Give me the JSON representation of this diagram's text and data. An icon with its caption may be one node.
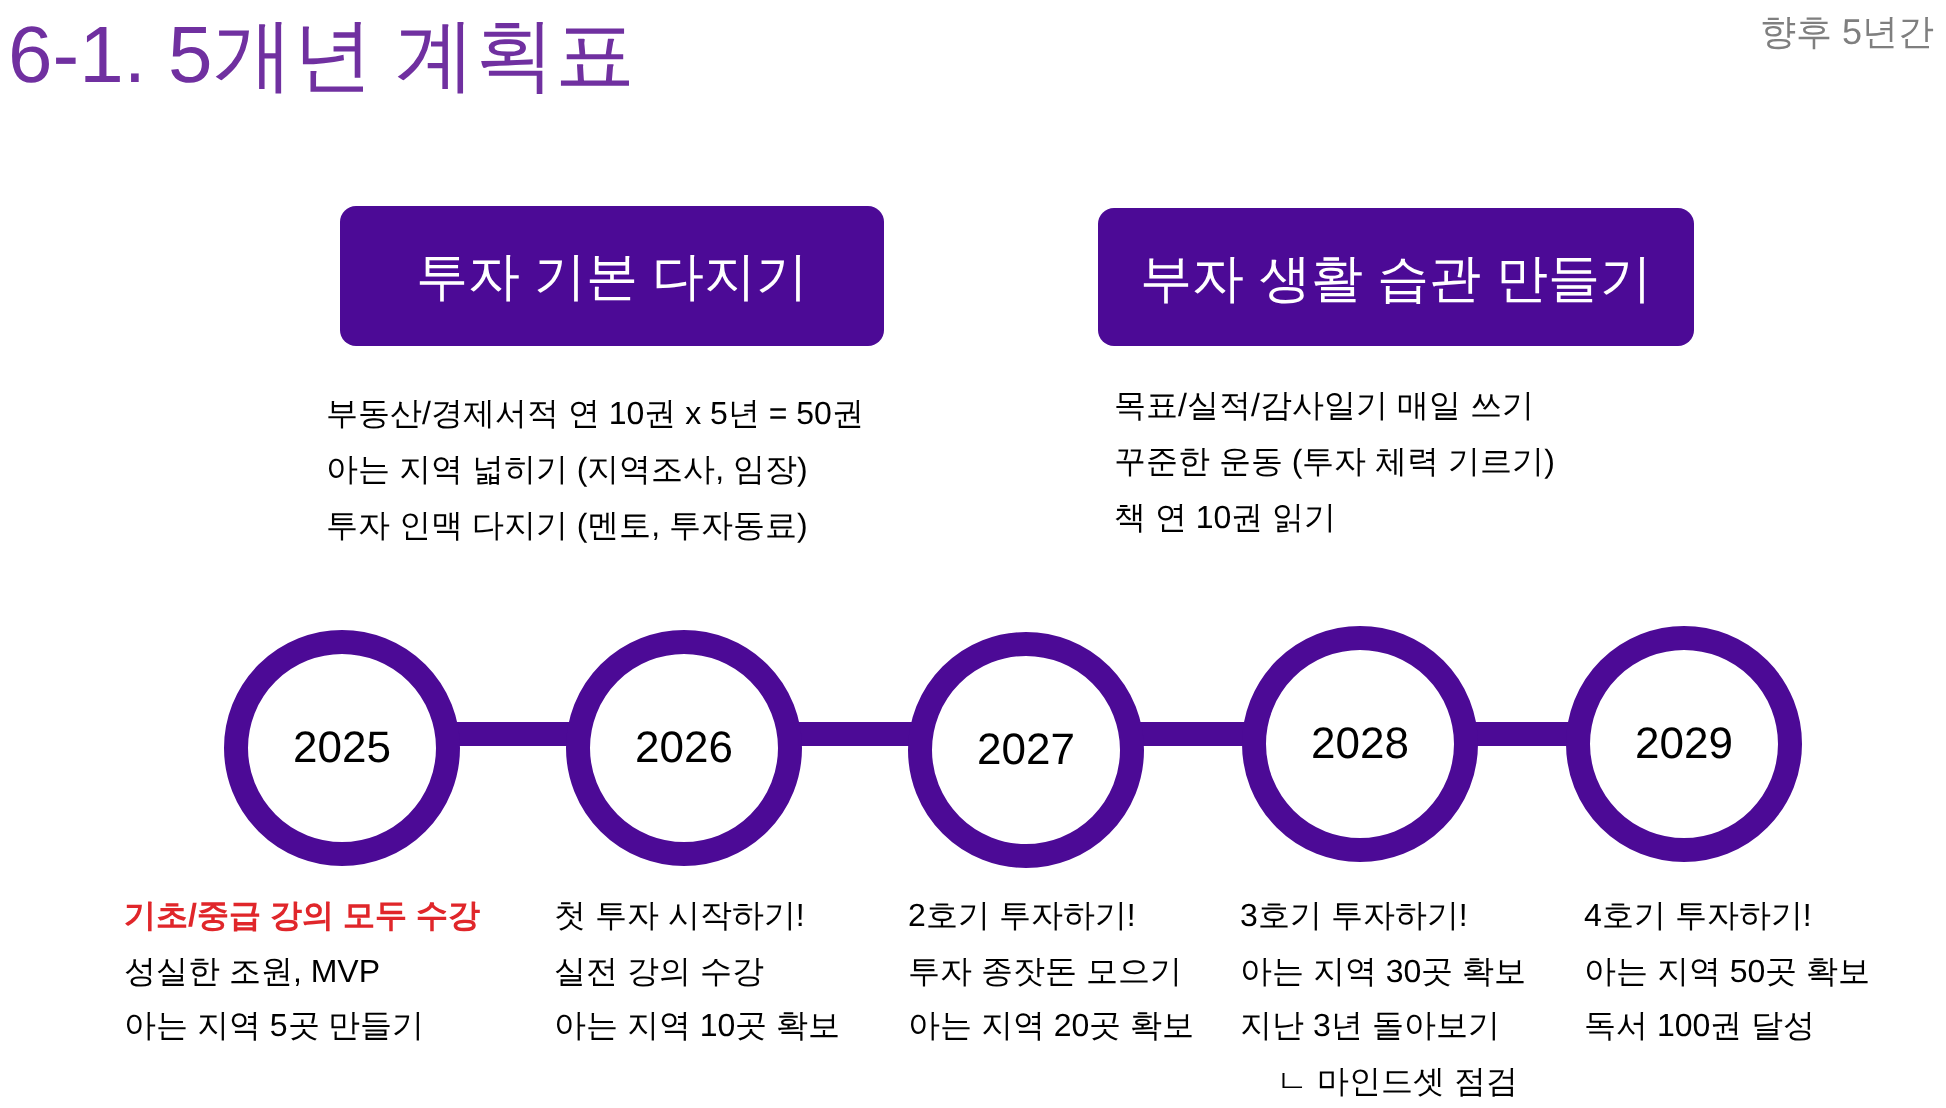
{
  "diagram": {
    "title": "6-1. 5개년 계획표",
    "nodes": [
      {
        "text": [
          "투자 기본 다지기"
        ],
        "beside": [
          "부동산/경제서적 연 10권 x 5년 = 50권",
          "아는 지역 넓히기 (지역조사, 임장)",
          "투자 인맥 다지기 (멘토, 투자동료)"
        ]
      },
      {
        "text": [
          "부자 생활 습관 만들기"
        ],
        "beside": [
          "목표/실적/감사일기 매일 쓰기",
          "꾸준한 운동 (투자 체력 기르기)",
          "책 연 10권 읽기"
        ]
      },
      {
        "text": [
          "2025"
        ],
        "beside": [
          "기초/중급 강의 모두 수강",
          "성실한 조원, MVP",
          "아는 지역 5곳 만들기"
        ]
      },
      {
        "text": [
          "2026"
        ],
        "beside": [
          "첫 투자 시작하기!",
          "실전 강의 수강",
          "아는 지역 10곳 확보"
        ]
      },
      {
        "text": [
          "2027"
        ],
        "beside": [
          "2호기 투자하기!",
          "투자 종잣돈 모으기",
          "아는 지역 20곳 확보"
        ]
      },
      {
        "text": [
          "2028"
        ],
        "beside": [
          "3호기 투자하기!",
          "아는 지역 30곳 확보",
          "지난 3년 돌아보기",
          "ㄴ 마인드셋 점검"
        ]
      },
      {
        "text": [
          "2029"
        ],
        "beside": [
          "4호기 투자하기!",
          "아는 지역 50곳 확보",
          "독서 100권 달성"
        ]
      }
    ],
    "edges": [
      {
        "from": 2,
        "to": 3,
        "arrow": "none"
      },
      {
        "from": 3,
        "to": 4,
        "arrow": "none"
      },
      {
        "from": 4,
        "to": 5,
        "arrow": "none"
      },
      {
        "from": 5,
        "to": 6,
        "arrow": "none"
      }
    ],
    "labels": [
      "향후 5년간"
    ]
  }
}
